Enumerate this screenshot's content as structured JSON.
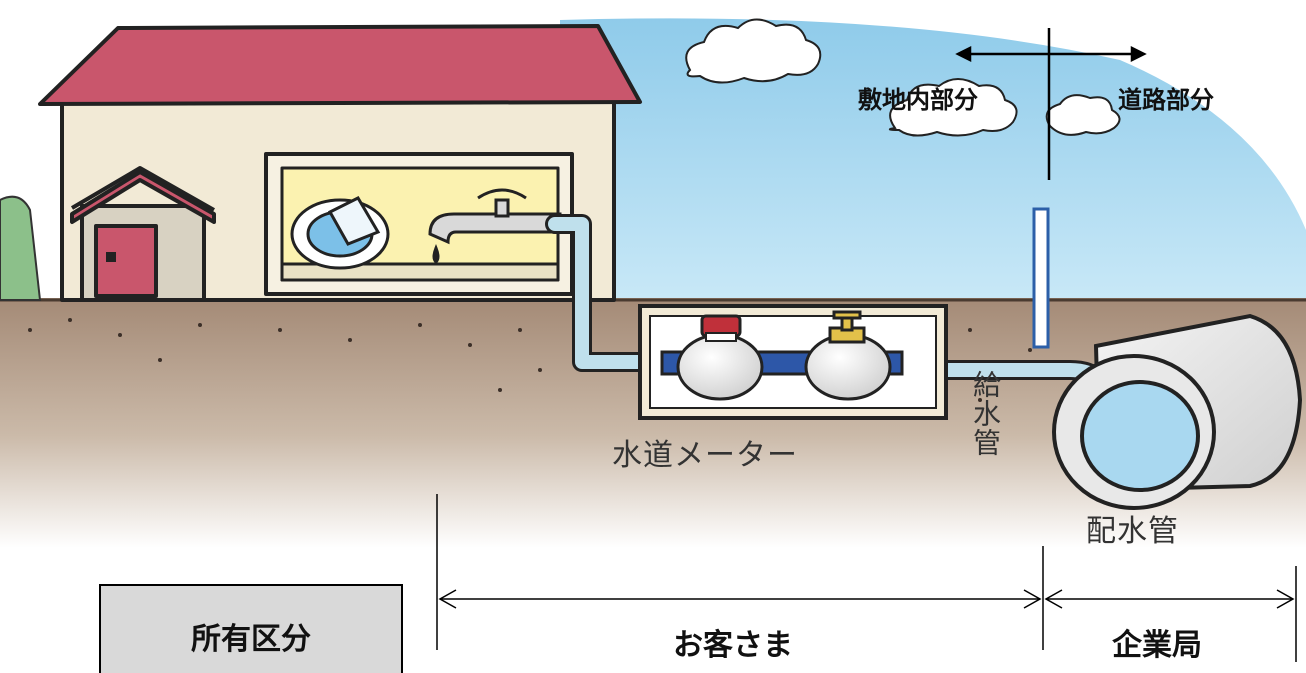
{
  "boundary": {
    "on_site_label": "敷地内部分",
    "road_label": "道路部分"
  },
  "fixtures": {
    "water_meter_label": "水道メーター",
    "service_pipe_label": "給水管",
    "distribution_main_label": "配水管"
  },
  "ownership": {
    "header": "所有区分",
    "customer_label": "お客さま",
    "bureau_label": "企業局"
  },
  "colors": {
    "sky": "#a9d8f0",
    "roof": "#c9566c",
    "wall": "#f2ead6",
    "ground": "#b9a28e",
    "pipe": "#bfe0ec",
    "ownership_box": "#d9d9d9"
  }
}
